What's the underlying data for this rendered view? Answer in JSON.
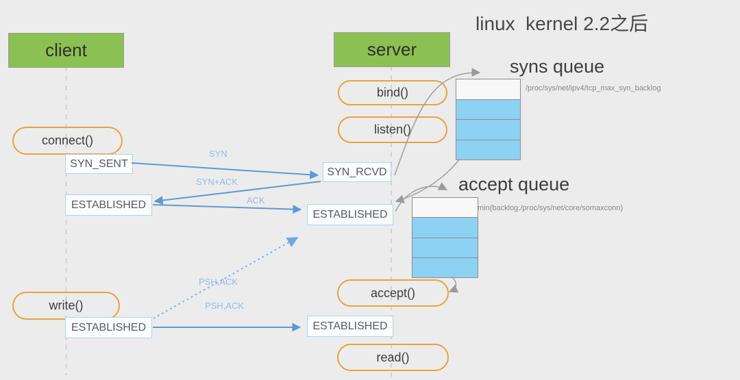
{
  "title": "linux  kernel 2.2之后",
  "lanes": {
    "client": {
      "label": "client",
      "calls": {
        "connect": "connect()",
        "write": "write()"
      },
      "states": {
        "syn_sent": "SYN_SENT",
        "established1": "ESTABLISHED",
        "established2": "ESTABLISHED"
      }
    },
    "server": {
      "label": "server",
      "calls": {
        "bind": "bind()",
        "listen": "listen()",
        "accept": "accept()",
        "read": "read()"
      },
      "states": {
        "syn_rcvd": "SYN_RCVD",
        "established1": "ESTABLISHED",
        "established2": "ESTABLISHED"
      }
    }
  },
  "messages": {
    "syn": "SYN",
    "syn_ack": "SYN+ACK",
    "ack": "ACK",
    "psh_ack_upper": "PSH,ACK",
    "psh_ack_lower": "PSH,ACK"
  },
  "queues": {
    "syns": {
      "title": "syns queue",
      "note": "/proc/sys/net/ipv4/tcp_max_syn_backlog",
      "cells": [
        "empty",
        "filled",
        "filled",
        "filled"
      ]
    },
    "accept": {
      "title": "accept queue",
      "note": "min(backlog,/proc/sys/net/core/somaxconn)",
      "cells": [
        "empty",
        "filled",
        "filled",
        "filled"
      ]
    }
  },
  "colors": {
    "background": "#ececec",
    "lane_header_green": "#8bc152",
    "call_pill_orange": "#e9a23b",
    "state_border_blue": "#b5d0ee",
    "arrow_blue": "#5b9bd5",
    "dotted_arrow_blue": "#78abe8",
    "arrow_label_blue": "#93bcec",
    "queue_cell_blue": "#8ed2f3",
    "connector_gray": "#a3a3a3"
  }
}
